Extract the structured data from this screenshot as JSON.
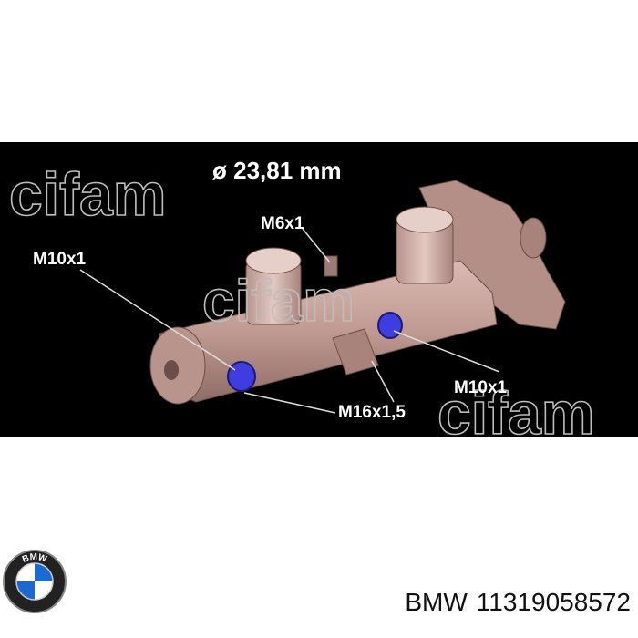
{
  "image": {
    "watermarks": [
      "cifam",
      "cifam",
      "cifam"
    ],
    "diameter": "ø 23,81 mm",
    "callouts": {
      "m6x1": "M6x1",
      "m10x1_left": "M10x1",
      "m10x1_right": "M10x1",
      "m16x1_5": "M16x1,5"
    },
    "colors": {
      "background": "#000000",
      "part": "#c9a7a0",
      "port": "#3d3de0",
      "label": "#ffffff"
    }
  },
  "caption": {
    "brand": "BMW",
    "part_number": "11319058572"
  },
  "logo": {
    "text": "BMW",
    "colors": {
      "blue": "#1c69d4",
      "white": "#ffffff",
      "ring": "#222222"
    }
  }
}
